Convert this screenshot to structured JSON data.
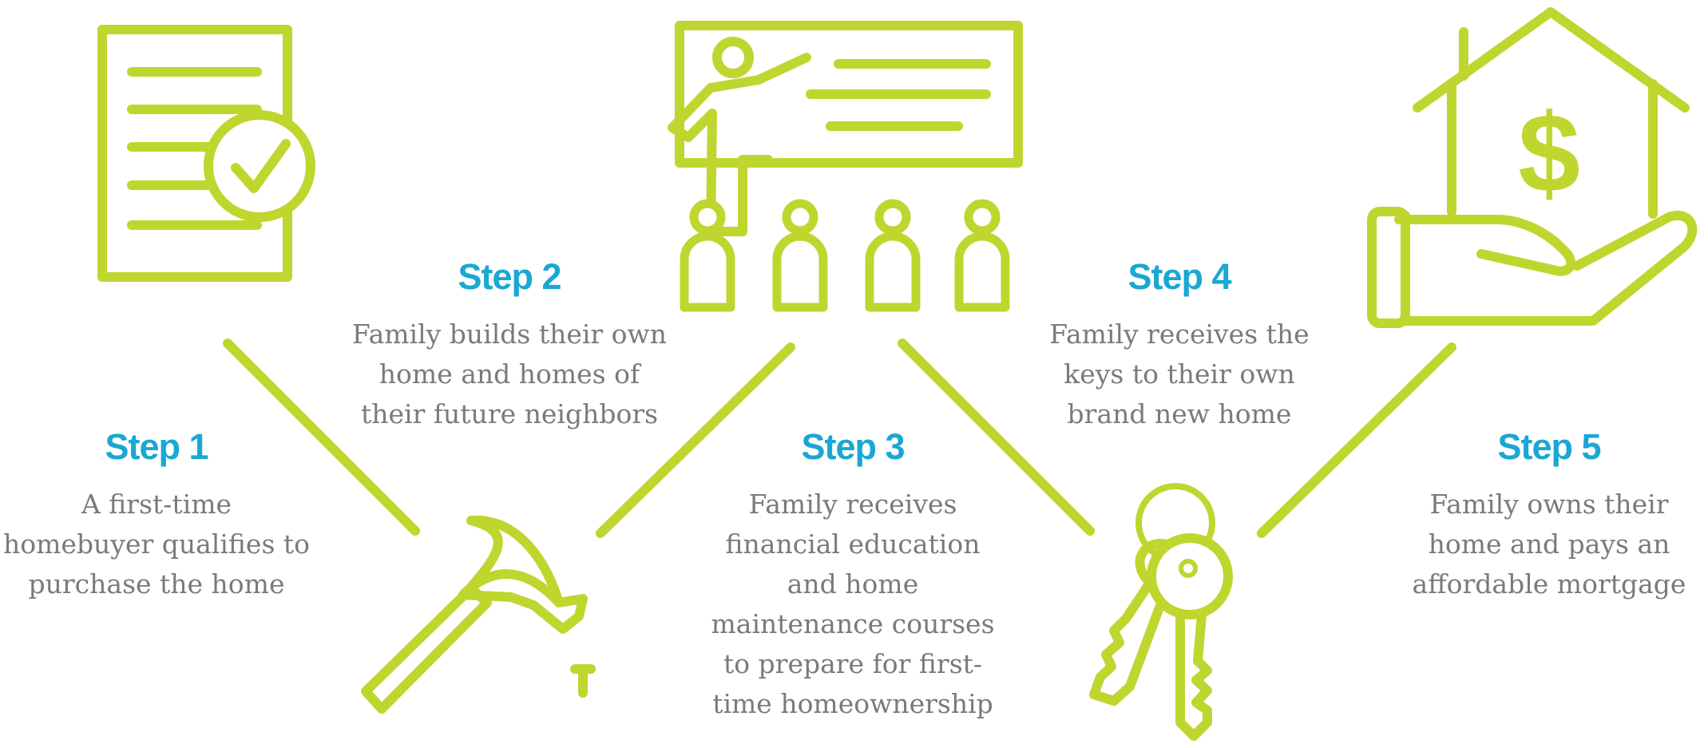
{
  "colors": {
    "accent": "#bfd62f",
    "heading": "#1aa7d3",
    "body": "#7a7a7a",
    "background": "#ffffff"
  },
  "icons": [
    "checklist-document-icon",
    "classroom-teacher-icon",
    "house-dollar-hand-icon",
    "hammer-nail-icon",
    "keys-icon"
  ],
  "steps": [
    {
      "title": "Step 1",
      "lines": [
        "A first-time",
        "homebuyer qualifies to",
        "purchase the home"
      ]
    },
    {
      "title": "Step 2",
      "lines": [
        "Family builds their own",
        "home and homes of",
        "their future neighbors"
      ]
    },
    {
      "title": "Step 3",
      "lines": [
        "Family receives",
        "financial education",
        "and home",
        "maintenance courses",
        "to prepare for first-",
        "time homeownership"
      ]
    },
    {
      "title": "Step 4",
      "lines": [
        "Family receives the",
        "keys to their own",
        "brand new home"
      ]
    },
    {
      "title": "Step 5",
      "lines": [
        "Family owns their",
        "home and pays an",
        "affordable mortgage"
      ]
    }
  ]
}
